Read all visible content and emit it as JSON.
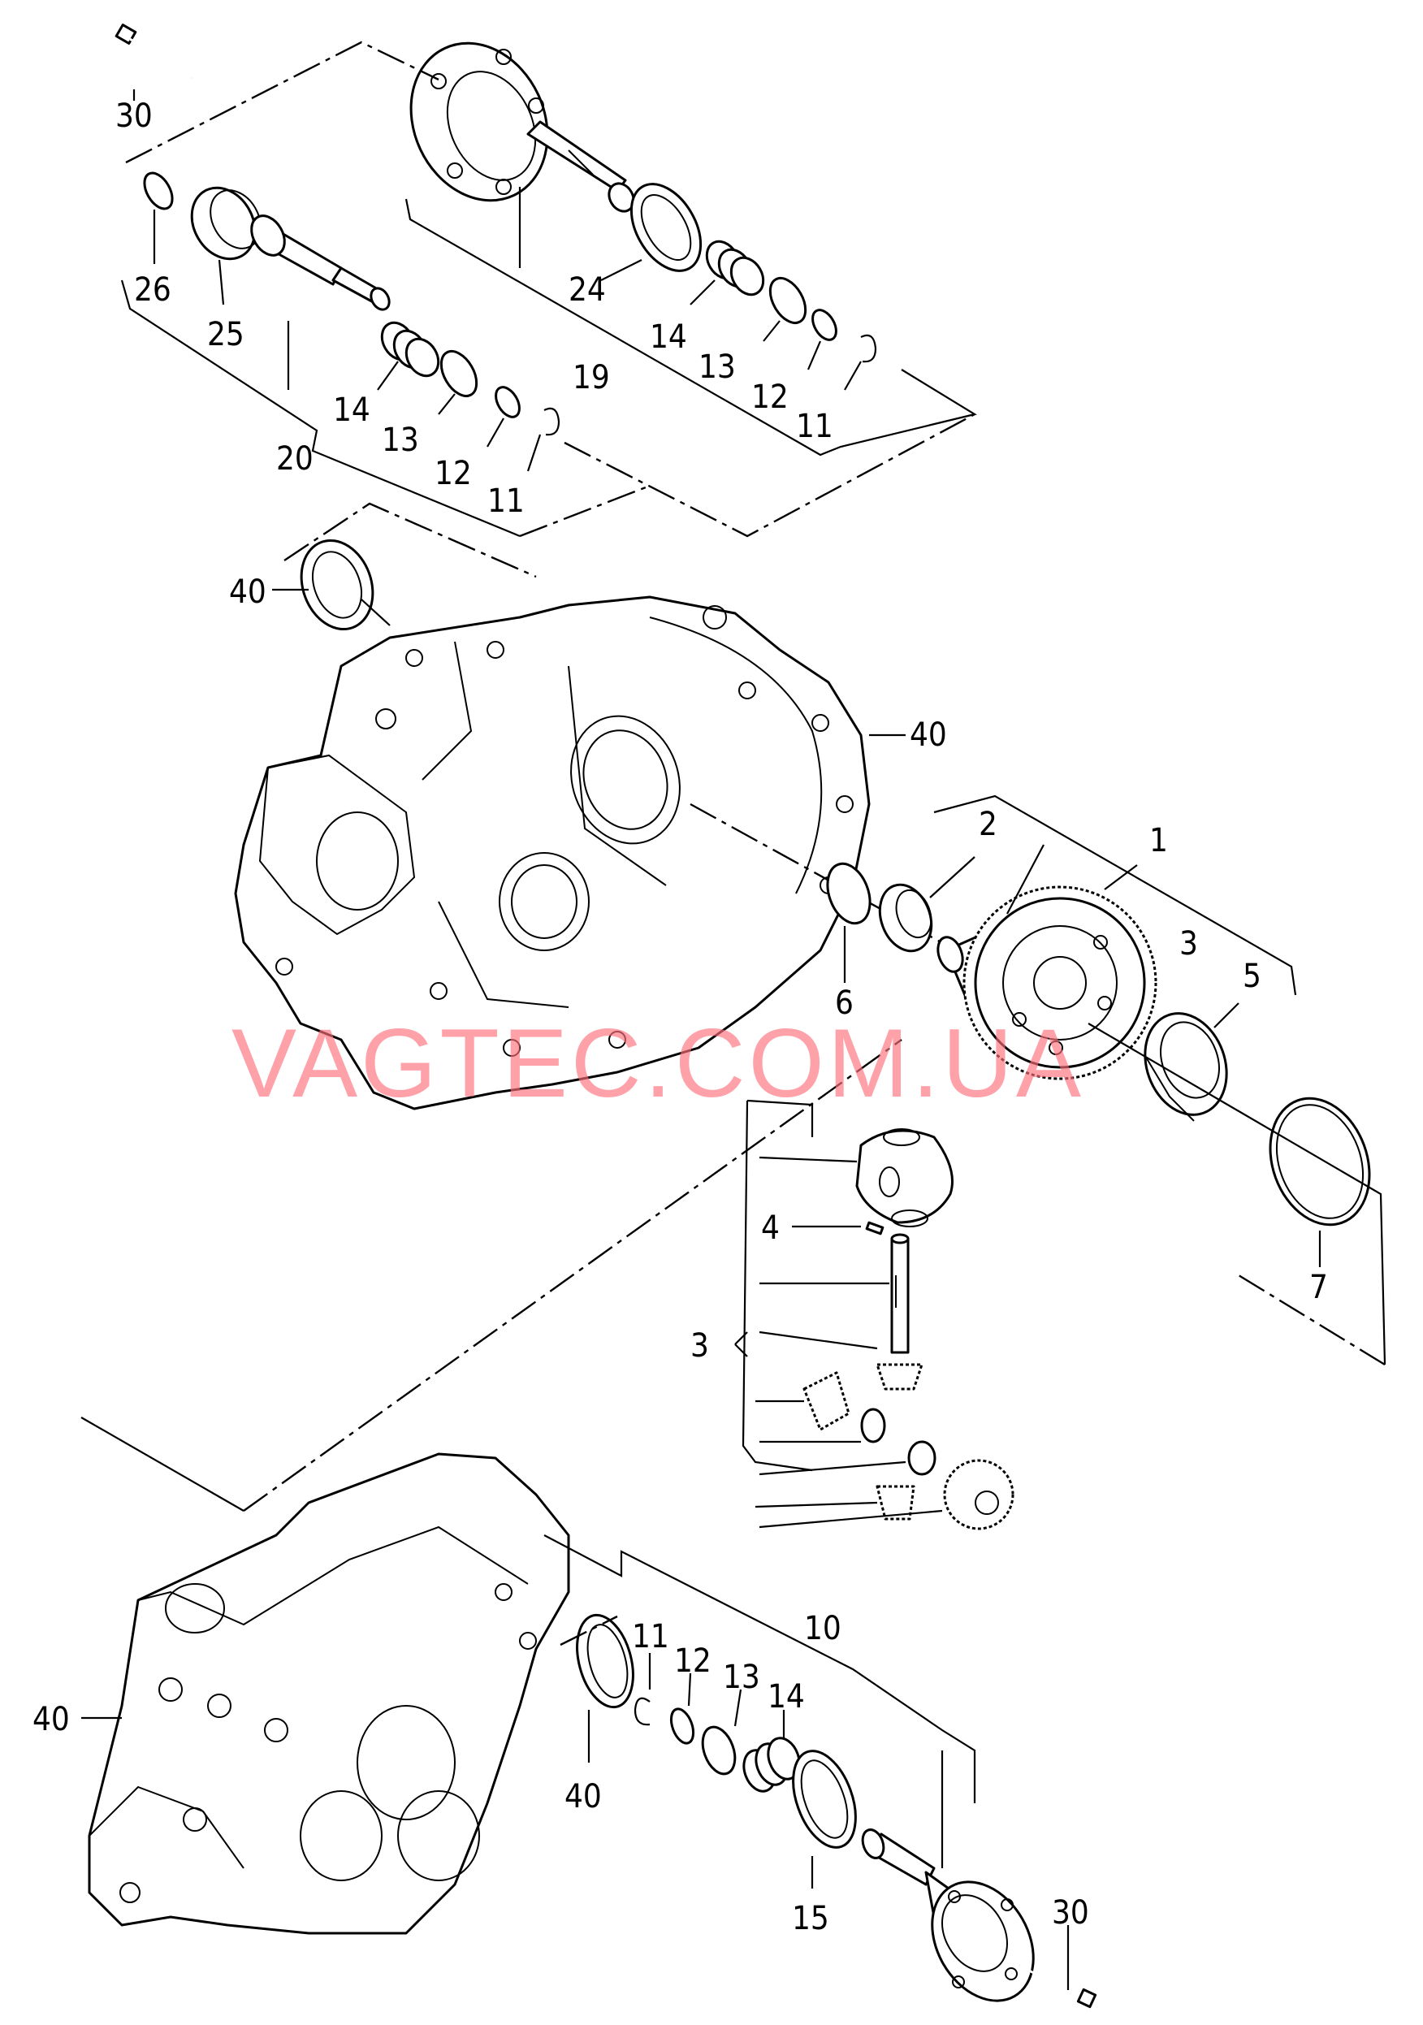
{
  "diagram": {
    "watermark": "VAGTEC.COM.UA",
    "callouts": {
      "c30_top": "30",
      "c26": "26",
      "c25": "25",
      "c20": "20",
      "c14_a": "14",
      "c13_a": "13",
      "c12_a": "12",
      "c11_a": "11",
      "c24": "24",
      "c14_b": "14",
      "c19": "19",
      "c13_b": "13",
      "c12_b": "12",
      "c11_b": "11",
      "c40_seal": "40",
      "c40_case_right": "40",
      "c1": "1",
      "c2": "2",
      "c3_right": "3",
      "c5": "5",
      "c6": "6",
      "c7": "7",
      "c4": "4",
      "c3_left": "3",
      "c10": "10",
      "c11_c": "11",
      "c12_c": "12",
      "c13_c": "13",
      "c14_c": "14",
      "c40_case_left": "40",
      "c40_seal_bottom": "40",
      "c15": "15",
      "c30_bottom": "30"
    }
  }
}
